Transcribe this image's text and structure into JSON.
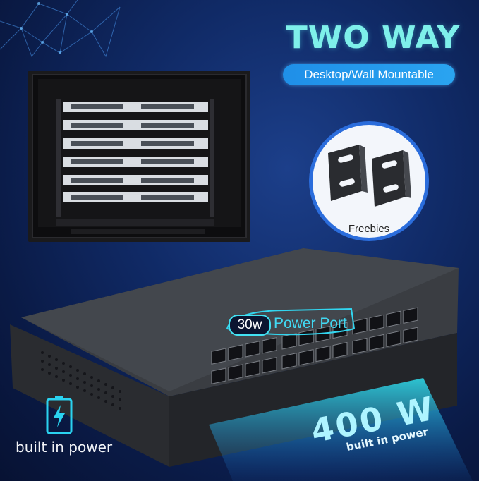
{
  "hero": {
    "title": "TWO WAY",
    "subtitle": "Desktop/Wall Mountable"
  },
  "accessory": {
    "label": "Freebies",
    "icon": "mounting-bracket-icon"
  },
  "switch": {
    "power_port_value": "30w",
    "power_port_text": "Power Port",
    "total_power_value": "400 W",
    "total_power_text": "built in power"
  },
  "feature": {
    "label": "built in power",
    "icon": "battery-charging-icon"
  },
  "colors": {
    "accent_cyan": "#7ef0ea",
    "pill_blue": "#1f8fe8",
    "ring_blue": "#2b6ddc"
  }
}
